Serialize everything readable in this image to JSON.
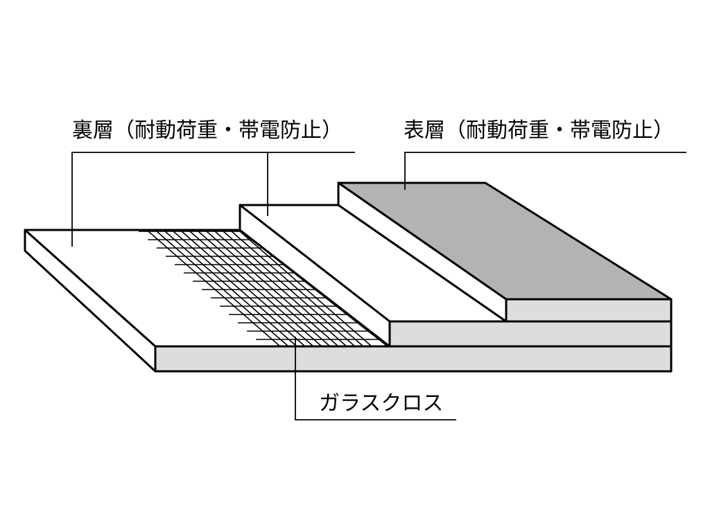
{
  "labels": {
    "back_layer": "裏層（耐動荷重・帯電防止）",
    "surface_layer": "表層（耐動荷重・帯電防止）",
    "glass_cloth": "ガラスクロス"
  },
  "colors": {
    "outline": "#000000",
    "light_face": "#ffffff",
    "side_face": "#dddddd",
    "surface_top": "#b3b3b3",
    "surface_side": "#dddddd"
  }
}
